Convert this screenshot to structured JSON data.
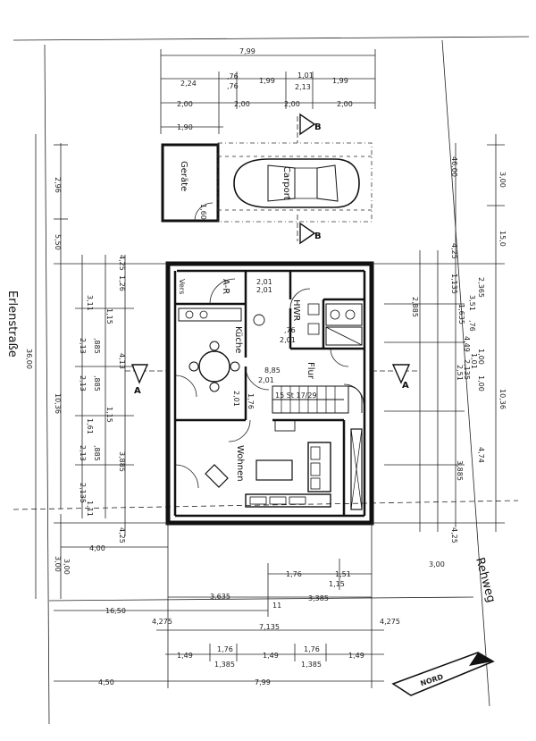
{
  "rooms": {
    "geraete": "Geräte",
    "carport": "Carport",
    "ar": "A-R",
    "hwr": "HWR",
    "kueche": "Küche",
    "flur": "Flur",
    "wohnen": "Wohnen",
    "vers": "Vers"
  },
  "street_names": {
    "left": "Erlenstraße",
    "right": "Rehweg"
  },
  "compass": {
    "label": "NORD"
  },
  "section_marks": {
    "a": "A",
    "b": "B"
  },
  "room_dims": {
    "ar_area": "2,01",
    "ar_width": "2,01",
    "hwr_dim": "2,01",
    "kueche_dim": "2,01",
    "flur_dim": "8,85",
    "flur_area": "2,01",
    "stairs_label": "1,76",
    "stair_steps": "15 St 17/29",
    "geraete_w": "1,60",
    "hwr_76": ",76",
    "wohnen_176": "1,76"
  },
  "dims_top": {
    "overall": "7,99",
    "row1": [
      "2,24",
      ",76",
      "1,99",
      "1,01",
      "1,99"
    ],
    "row1_sub": [
      ",76",
      "2,13"
    ],
    "row2": [
      "2,00",
      "2,00",
      "2,00",
      "2,00"
    ],
    "row3": "1,90"
  },
  "dims_left": {
    "outer": "36,00",
    "a": "2,96",
    "b": "5,50",
    "c": "10,36",
    "d": "3,00",
    "inner": [
      "4,25",
      "1,26",
      "3,11",
      "4,13",
      "1,61",
      "3,885",
      "1,11",
      "4,25"
    ],
    "inner2": [
      ",885",
      "2,13",
      ",885",
      "2,13",
      "1,15",
      ",885",
      "2,13",
      "1,15",
      "2,135"
    ]
  },
  "dims_right": {
    "outer": "46,00",
    "a": "3,00",
    "b": "15,0",
    "c": "10,36",
    "inner": [
      "4,25",
      "1,135",
      "2,365",
      "2,885",
      "1,635",
      "2,51",
      "4,74",
      "3,885",
      "4,25"
    ],
    "inner2": [
      ",76",
      "4,49",
      "1,01",
      "1,00",
      "2,135",
      "3,51",
      "1,00"
    ]
  },
  "dims_bottom": {
    "left_400": "4,00",
    "left_300": "3,00",
    "right_300": "3,00",
    "a": "1,76",
    "b": "1,51",
    "c": "1,15",
    "d": "3,635",
    "e": "3,385",
    "lot_left": "16,50",
    "lot_mid": "11",
    "row_42": "4,275",
    "row_713": "7,135",
    "row_4275b": "4,275",
    "row3": [
      "1,49",
      "1,76",
      "1,49",
      "1,76",
      "1,49"
    ],
    "row3_sub": [
      "1,385",
      "1,385"
    ],
    "row4_left": "4,50",
    "row4": "7,99"
  }
}
